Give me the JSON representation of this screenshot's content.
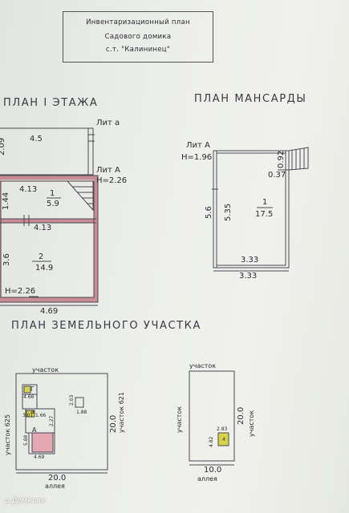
{
  "header": {
    "line1": "Инвентаризационный план",
    "line2": "Садового домика",
    "line3": "с.т. \"Калининец\""
  },
  "floor1": {
    "heading": "ПЛАН I ЭТАЖА",
    "lit_a_small": "Лит а",
    "lit_a_big": "Лит А",
    "height": "Н=2.26",
    "dim_top": "4.5",
    "dim_left_top": "2.09",
    "dim_413a": "4.13",
    "dim_413b": "4.13",
    "dim_144": "1.44",
    "dim_36": "3.6",
    "dim_bottom": "4.69",
    "height_bottom": "Н=2.26",
    "room1_num": "1",
    "room1_area": "5.9",
    "room2_num": "2",
    "room2_area": "14.9"
  },
  "attic": {
    "heading": "ПЛАН МАНСАРДЫ",
    "lit": "Лит А",
    "height": "Н=1.96",
    "dim_092": "0.92",
    "dim_037": "0.37",
    "dim_56": "5.6",
    "dim_535": "5.35",
    "room_num": "1",
    "room_area": "17.5",
    "dim_333a": "3.33",
    "dim_333b": "3.33"
  },
  "plot": {
    "heading": "ПЛАН ЗЕМЕЛЬНОГО УЧАСТКА",
    "left": {
      "top_label": "участок",
      "left_label": "участок 625",
      "right_label": "участок 621",
      "side_dim": "20.0",
      "bottom_dim": "20.0",
      "road": "аллея",
      "d_466": "4.66",
      "d_301": "3.01",
      "d_166": "1.66",
      "d_227": "2.27",
      "d_588": "5.88",
      "d_469": "4.69",
      "lit_g": "Г",
      "lit_a": "а",
      "lit_A": "А",
      "d_203": "2.03",
      "d_188": "1.88"
    },
    "right": {
      "top_label": "участок",
      "left_label": "участок",
      "right_label": "участок",
      "side_dim": "20.0",
      "bottom_dim": "10.0",
      "road": "аллея",
      "d_482": "4.82",
      "d_283": "2.83",
      "num": "4"
    }
  },
  "watermark": "Домклик"
}
